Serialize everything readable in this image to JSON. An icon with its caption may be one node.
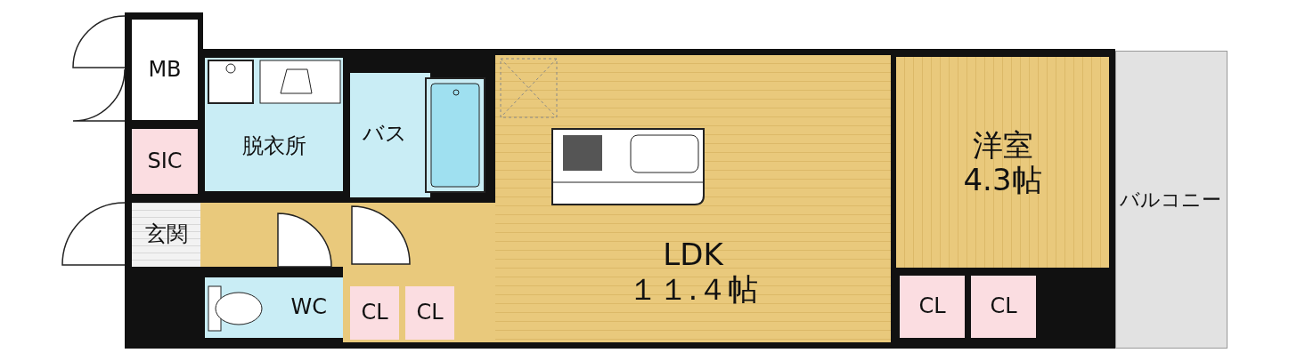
{
  "diagram": {
    "nodes": [
      {
        "text": [
          "MB"
        ]
      },
      {
        "text": [
          "脱衣所"
        ]
      },
      {
        "text": [
          "バス"
        ]
      },
      {
        "text": [
          "洋室",
          "4.3帖"
        ]
      },
      {
        "text": [
          "SIC"
        ]
      },
      {
        "text": [
          "玄関"
        ]
      },
      {
        "text": [
          "LDK",
          "１１.４帖"
        ]
      },
      {
        "text": [
          "バルコニー"
        ]
      },
      {
        "text": [
          "WC"
        ]
      },
      {
        "text": [
          "CL"
        ]
      },
      {
        "text": [
          "CL"
        ]
      },
      {
        "text": [
          "CL"
        ]
      },
      {
        "text": [
          "CL"
        ]
      }
    ]
  }
}
